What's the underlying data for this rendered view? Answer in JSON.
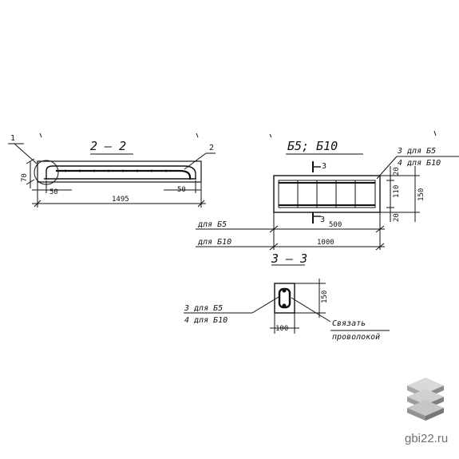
{
  "section_22": {
    "title": "2 — 2",
    "callout_1": "1",
    "callout_2": "2",
    "dim_height": "70",
    "dim_left": "50",
    "dim_right": "50",
    "dim_length": "1495"
  },
  "frame_b5_b10": {
    "title": "Б5;   Б10",
    "callout_line1": "3 для Б5",
    "callout_line2": "4 для Б10",
    "section_mark_top": "3",
    "section_mark_bottom": "3",
    "dim_top": "20",
    "dim_mid": "110",
    "dim_bottom": "20",
    "dim_total": "150",
    "row_b5_label": "для Б5",
    "row_b5_value": "500",
    "row_b10_label": "для Б10",
    "row_b10_value": "1000"
  },
  "section_33": {
    "title": "3 — 3",
    "callout_line1": "3  для  Б5",
    "callout_line2": "4  для  Б10",
    "dim_height": "150",
    "dim_width": "100",
    "note_line1": "Связать",
    "note_line2": "проволокой"
  },
  "watermark": {
    "text": "gbi22.ru",
    "icon": "stacked-slabs-icon"
  }
}
